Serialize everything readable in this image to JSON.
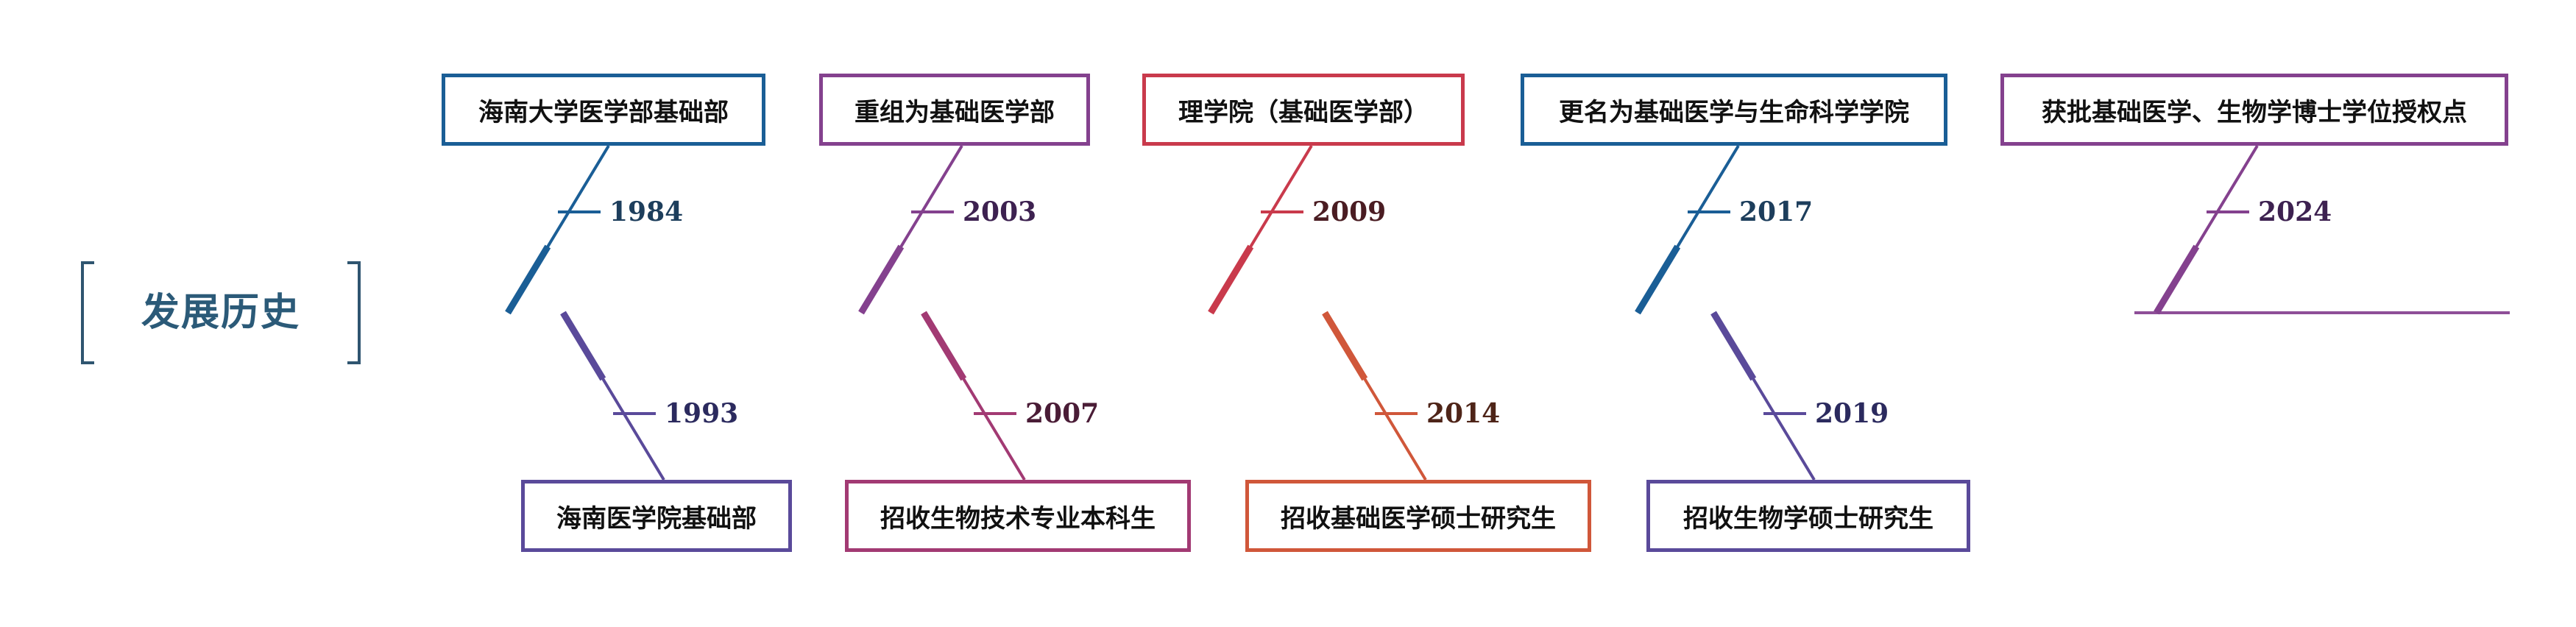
{
  "title": "发展历史",
  "colors": {
    "axis": "#7d4586",
    "title_text": "#2b5a78",
    "bracket": "#2f5570",
    "label_dark": "#1f3c55"
  },
  "events": [
    {
      "year": "1984",
      "label": "海南大学医学部基础部",
      "position": "top",
      "color": "#1a5e96",
      "year_color": "#1d3e5c"
    },
    {
      "year": "1993",
      "label": "海南医学院基础部",
      "position": "bottom",
      "color": "#5a4a9a",
      "year_color": "#2b2a5e"
    },
    {
      "year": "2003",
      "label": "重组为基础医学部",
      "position": "top",
      "color": "#84418e",
      "year_color": "#3d2150"
    },
    {
      "year": "2007",
      "label": "招收生物技术专业本科生",
      "position": "bottom",
      "color": "#a23a73",
      "year_color": "#4a1c36"
    },
    {
      "year": "2009",
      "label": "理学院（基础医学部）",
      "position": "top",
      "color": "#c93a4c",
      "year_color": "#4a1c22"
    },
    {
      "year": "2014",
      "label": "招收基础医学硕士研究生",
      "position": "bottom",
      "color": "#d0573a",
      "year_color": "#4e2418"
    },
    {
      "year": "2017",
      "label": "更名为基础医学与生命科学学院",
      "position": "top",
      "color": "#1a5e96",
      "year_color": "#1d3e5c"
    },
    {
      "year": "2019",
      "label": "招收生物学硕士研究生",
      "position": "bottom",
      "color": "#5a4a9a",
      "year_color": "#2b2a5e"
    },
    {
      "year": "2024",
      "label": "获批基础医学、生物学博士学位授权点",
      "position": "top",
      "color": "#84418e",
      "year_color": "#3d2150"
    }
  ]
}
